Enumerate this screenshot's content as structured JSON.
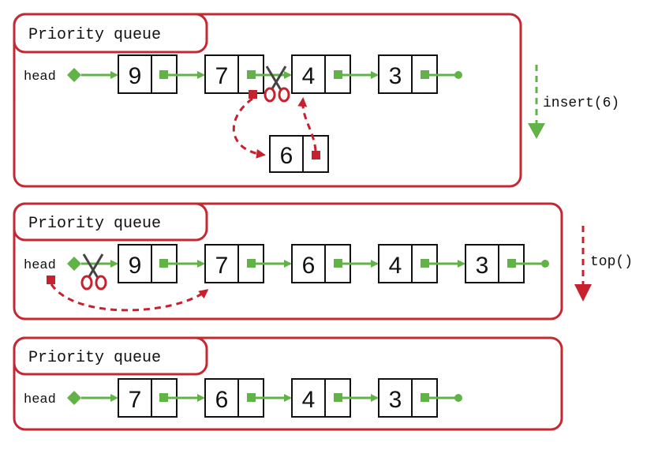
{
  "colors": {
    "frame": "#c62832",
    "green": "#62b347",
    "red": "#c8202c",
    "black": "#111111"
  },
  "panels": [
    {
      "title": "Priority queue",
      "head_label": "head",
      "nodes": [
        "9",
        "7",
        "4",
        "3"
      ],
      "new_node": "6",
      "operation": "insert(6)",
      "icons": [
        "scissors-icon"
      ]
    },
    {
      "title": "Priority queue",
      "head_label": "head",
      "nodes": [
        "9",
        "7",
        "6",
        "4",
        "3"
      ],
      "operation": "top()",
      "icons": [
        "scissors-icon"
      ]
    },
    {
      "title": "Priority queue",
      "head_label": "head",
      "nodes": [
        "7",
        "6",
        "4",
        "3"
      ]
    }
  ]
}
